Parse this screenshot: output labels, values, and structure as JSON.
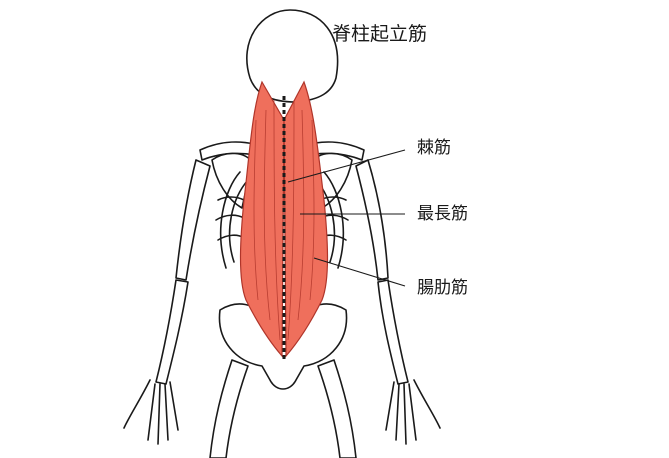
{
  "title": "脊柱起立筋",
  "labels": {
    "spinalis": "棘筋",
    "longissimus": "最長筋",
    "iliocostalis": "腸肋筋"
  },
  "colors": {
    "muscle": "#ef6f5c",
    "muscle_line": "#b0352a",
    "bone_fill": "#ffffff",
    "bone_line": "#1a1a1a"
  }
}
